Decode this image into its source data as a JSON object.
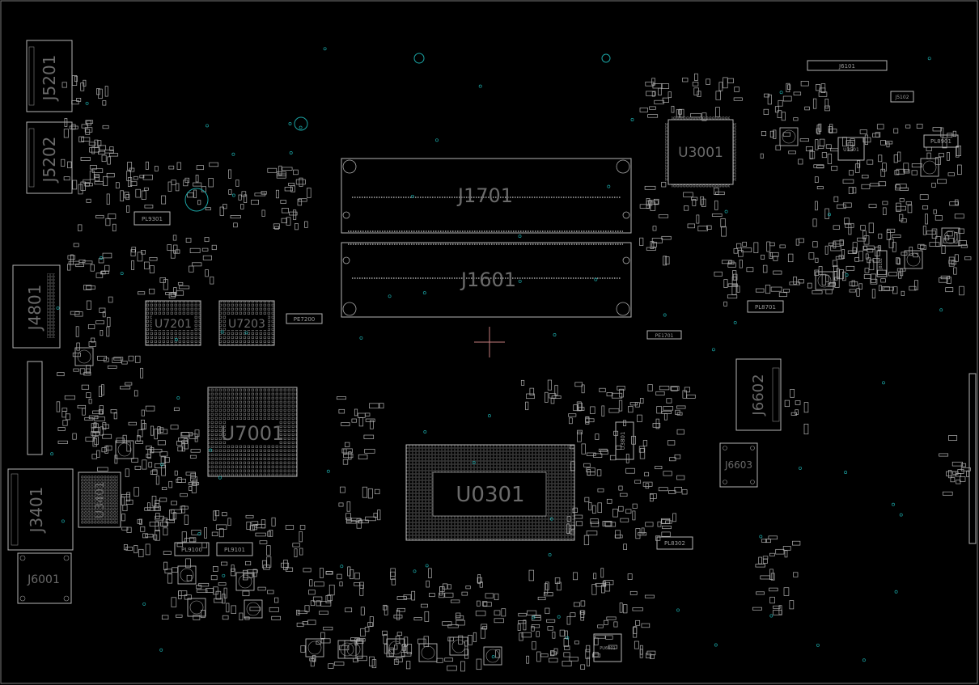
{
  "board": {
    "background": "#000000",
    "outline_color": "#b4b4b4",
    "via_color": "#1aa3a3",
    "cross_color": "#c27b7b",
    "components": {
      "j5201": "J5201",
      "j5202": "J5202",
      "j4801": "J4801",
      "j3401": "J3401",
      "j6001": "J6001",
      "u3401": "U3401",
      "u7201": "U7201",
      "u7203": "U7203",
      "u7001": "U7001",
      "j1701": "J1701",
      "j1601": "J1601",
      "u0301": "U0301",
      "u3001": "U3001",
      "j6602": "J6602",
      "j6603": "J6603",
      "u3801": "U3801",
      "u3501": "U3501",
      "u6001": "PU6001",
      "pl9301": "PL9301",
      "pl9100": "PL9100",
      "pl9101": "PL9101",
      "pl8701": "PL8701",
      "pl8901": "PL8901",
      "pl8302": "PL8302",
      "pe7200": "PE7200",
      "pe1701": "PE1701",
      "j6101": "J6101",
      "j5102": "J5102",
      "j8102": "J8102"
    }
  }
}
